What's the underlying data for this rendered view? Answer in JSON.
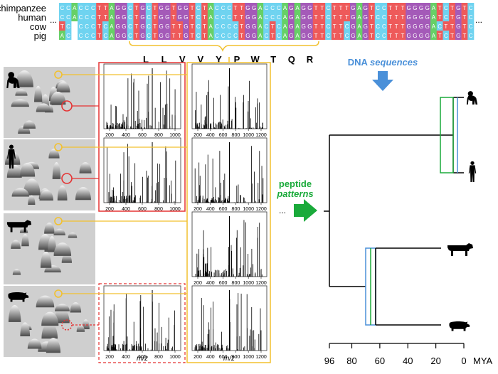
{
  "alignment": {
    "species": [
      "chimpanzee",
      "human",
      "cow",
      "pig"
    ],
    "sequences": [
      "CCACCCTTAGGCTGCTGGTGGTCTACCCTTGGACCCAGAGGTTCTTTGAGTCCTTTGGGGATCTGTC",
      "CCACCCTTAGGCTGCTGGTGGTCTACCCTTGGACCCAGAGGTTCTTTGAGTCCTTTGGGGATCTGTC",
      "TC-CCCTCAGGCTGCTGGTTGTCTACCCCTGGACTCAGAGGTTCTTCGAGTCCTTTGGGGACTTGTC",
      "AC-CCCTCAGGCTGCTGGTTGTCTACCCCTGGACTCAGAGGTTCTTCGAGTCCTTTGGGGATCTGTC"
    ],
    "ellipsis": "...",
    "amino_acids": [
      "L",
      "L",
      "V",
      "V",
      "Y",
      "P",
      "W",
      "T",
      "Q",
      "R"
    ],
    "colors": {
      "A": "#66d066",
      "C": "#6fd3f0",
      "G": "#a45ab8",
      "T": "#ee5a5a",
      "gap": "#ffffff"
    }
  },
  "species_panels": [
    {
      "animal": "chimpanzee-icon",
      "has_red_circle": true,
      "red_dashed": false
    },
    {
      "animal": "human-icon",
      "has_red_circle": true,
      "red_dashed": false
    },
    {
      "animal": "cow-icon",
      "has_red_circle": false,
      "red_dashed": false
    },
    {
      "animal": "pig-icon",
      "has_red_circle": true,
      "red_dashed": true
    }
  ],
  "spectra": {
    "red_x_ticks": [
      "200",
      "400",
      "600",
      "800",
      "1000"
    ],
    "yellow_x_ticks": [
      "200",
      "400",
      "600",
      "800",
      "1000",
      "1200"
    ],
    "xlabel": "m/z"
  },
  "labels": {
    "dna_1": "DNA ",
    "dna_2": "sequences",
    "peptide_1": "peptide",
    "peptide_2": "patterns",
    "ellipsis": "..."
  },
  "tree": {
    "axis_ticks": [
      "96",
      "80",
      "60",
      "40",
      "20",
      "0"
    ],
    "axis_unit": "MYA",
    "leaves": [
      "chimpanzee-icon",
      "human-icon",
      "cow-icon",
      "pig-icon"
    ]
  },
  "colors": {
    "red": "#e53333",
    "yellow": "#f2c12e",
    "blue": "#4a90d9",
    "green": "#1aaa3a",
    "panel_bg": "#cfcfcf"
  }
}
